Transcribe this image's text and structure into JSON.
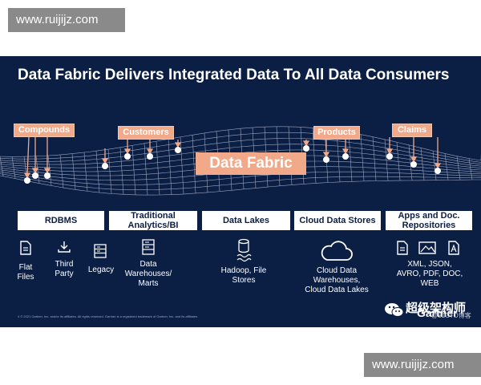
{
  "watermark": {
    "top": "www.ruijijz.com",
    "bottom": "www.ruijijz.com"
  },
  "slide": {
    "title": "Data Fabric Delivers Integrated Data To All Data Consumers",
    "center_label": "Data Fabric",
    "consumers": {
      "compounds": "Compounds",
      "customers": "Customers",
      "products": "Products",
      "claims": "Claims"
    },
    "sources": {
      "rdbms": "RDBMS",
      "analytics": "Traditional Analytics/BI",
      "lakes": "Data Lakes",
      "cloud": "Cloud Data Stores",
      "apps": "Apps and Doc. Repositories"
    },
    "items": {
      "flat": "Flat Files",
      "third": "Third Party",
      "legacy": "Legacy",
      "dw": "Data Warehouses/ Marts",
      "hadoop": "Hadoop, File Stores",
      "cdw": "Cloud Data Warehouses, Cloud Data Lakes",
      "formats": "XML, JSON, AVRO, PDF, DOC, WEB"
    },
    "footer": "4   © 2021 Gartner, Inc. and/or its affiliates. All rights reserved. Gartner is a registered trademark of Gartner, Inc. and its affiliates.",
    "brand": "Gartner",
    "wechat_text": "超级架构师",
    "wechat_sub": "@51CTO博客"
  },
  "colors": {
    "slide_bg": "#0b1e44",
    "accent": "#f2a98a",
    "watermark_bg": "#8a8a8a"
  }
}
